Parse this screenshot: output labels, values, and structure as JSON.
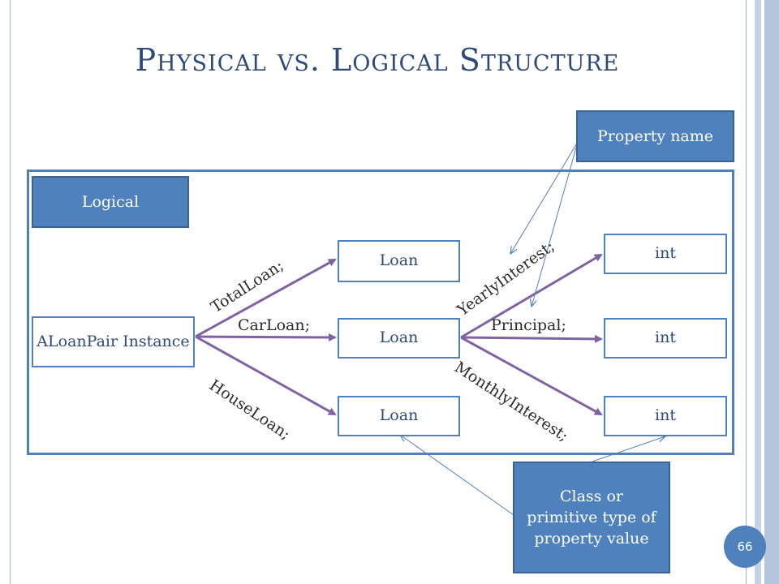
{
  "title": "Physical vs. Logical Structure",
  "labels": {
    "logical": "Logical",
    "property_name": "Property name",
    "type_note": "Class or primitive type of property value"
  },
  "nodes": {
    "root": "ALoanPair Instance",
    "loan_total": "Loan",
    "loan_car": "Loan",
    "loan_house": "Loan",
    "int_yearly": "int",
    "int_principal": "int",
    "int_monthly": "int"
  },
  "edges": {
    "total_loan": "TotalLoan;",
    "car_loan": "CarLoan;",
    "house_loan": "HouseLoan;",
    "yearly_interest": "YearlyInterest;",
    "principal": "Principal;",
    "monthly_interest": "MonthlyInterest;"
  },
  "page_number": "66",
  "colors": {
    "accent": "#4f81bd",
    "edge": "#8064a2",
    "title": "#2e4a78"
  }
}
